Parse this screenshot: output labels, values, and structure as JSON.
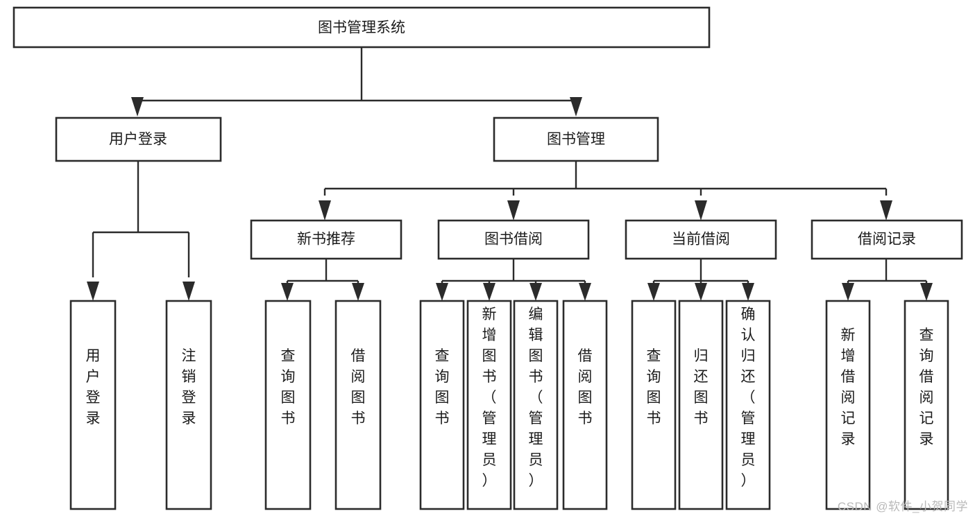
{
  "diagram": {
    "type": "tree",
    "title": "图书管理系统",
    "watermark": "CSDN @软件_小贺同学",
    "colors": {
      "stroke": "#2b2b2b",
      "fill": "#ffffff",
      "text": "#1b1b1b",
      "watermark": "#b9b9b9"
    },
    "root": {
      "label": "图书管理系统",
      "orientation": "horizontal"
    },
    "level2": [
      {
        "label": "用户登录",
        "orientation": "horizontal"
      },
      {
        "label": "图书管理",
        "orientation": "horizontal"
      }
    ],
    "level3": [
      {
        "label": "新书推荐",
        "orientation": "horizontal"
      },
      {
        "label": "图书借阅",
        "orientation": "horizontal"
      },
      {
        "label": "当前借阅",
        "orientation": "horizontal"
      },
      {
        "label": "借阅记录",
        "orientation": "horizontal"
      }
    ],
    "leaves": {
      "user_login": [
        {
          "label": "用户登录",
          "orientation": "vertical"
        },
        {
          "label": "注销登录",
          "orientation": "vertical"
        }
      ],
      "new_book_recommend": [
        {
          "label": "查询图书",
          "orientation": "vertical"
        },
        {
          "label": "借阅图书",
          "orientation": "vertical"
        }
      ],
      "book_borrow": [
        {
          "label": "查询图书",
          "orientation": "vertical"
        },
        {
          "label": "新增图书（管理员）",
          "orientation": "vertical"
        },
        {
          "label": "编辑图书（管理员）",
          "orientation": "vertical"
        },
        {
          "label": "借阅图书",
          "orientation": "vertical"
        }
      ],
      "current_borrow": [
        {
          "label": "查询图书",
          "orientation": "vertical"
        },
        {
          "label": "归还图书",
          "orientation": "vertical"
        },
        {
          "label": "确认归还（管理员）",
          "orientation": "vertical"
        }
      ],
      "borrow_record": [
        {
          "label": "新增借阅记录",
          "orientation": "vertical"
        },
        {
          "label": "查询借阅记录",
          "orientation": "vertical"
        }
      ]
    }
  }
}
